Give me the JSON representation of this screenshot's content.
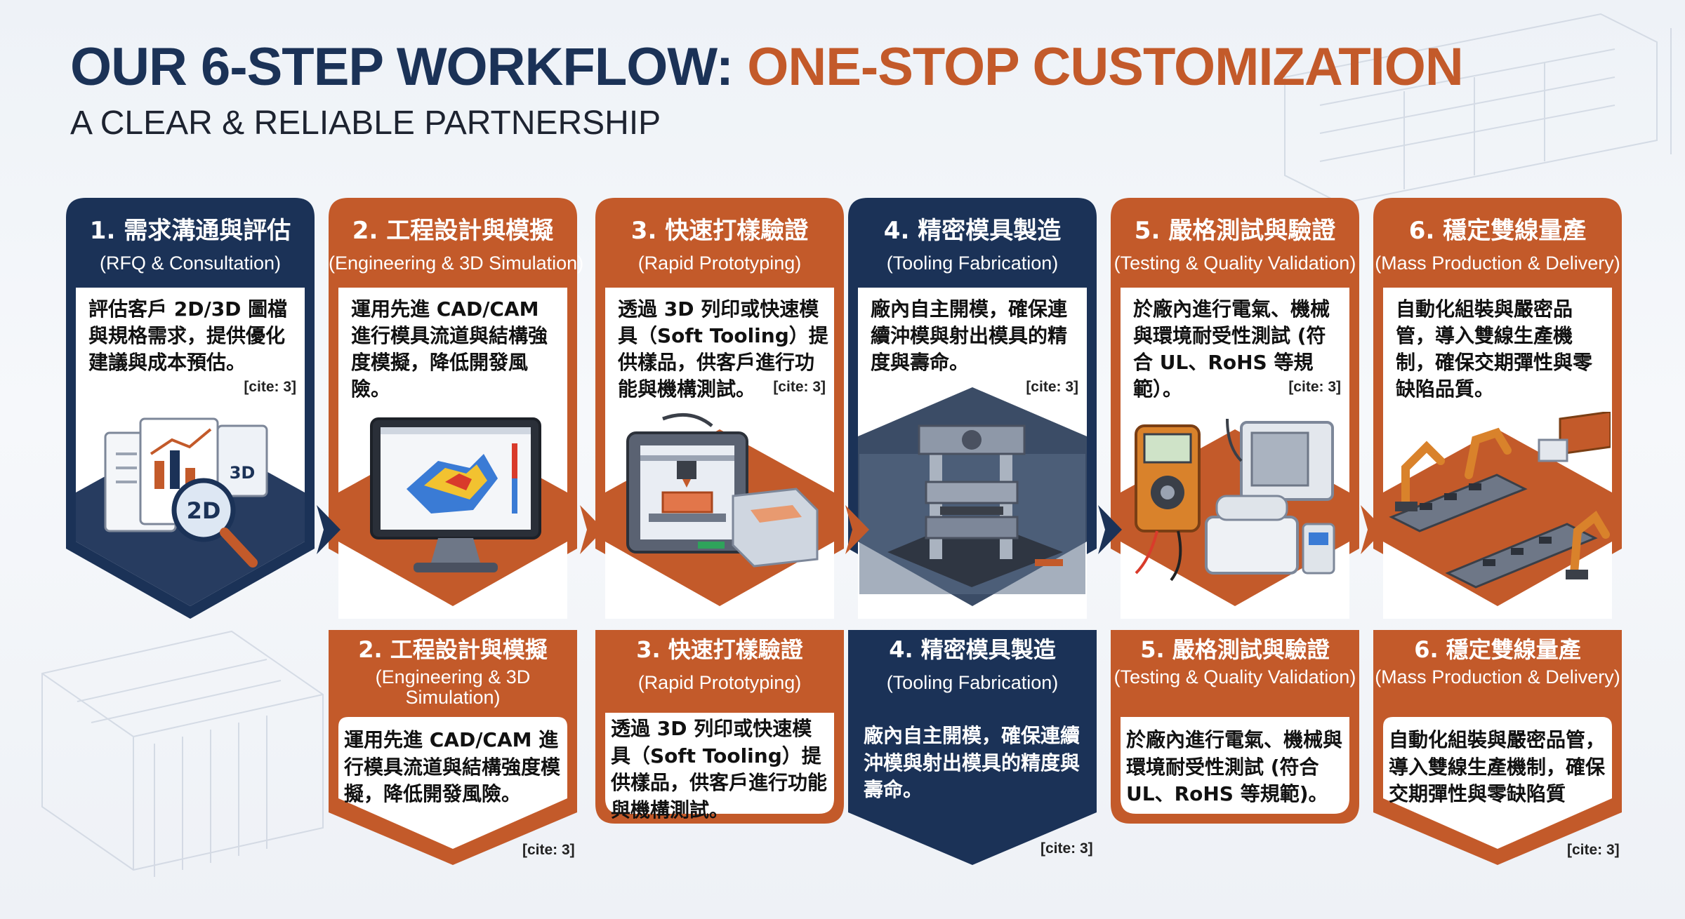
{
  "header": {
    "title_part1": "OUR 6-STEP WORKFLOW:",
    "title_part2": "ONE-STOP CUSTOMIZATION",
    "subtitle": "A CLEAR & RELIABLE PARTNERSHIP"
  },
  "colors": {
    "navy": "#1b3257",
    "orange": "#c35a2a",
    "text": "#111111",
    "background": "#eef2f7"
  },
  "steps": [
    {
      "title": "1. 需求溝通與評估",
      "subtitle": "(RFQ & Consultation)",
      "desc": "評估客戶 2D/3D 圖檔與規格需求，提供優化建議與成本預估。",
      "cite": "[cite: 3]",
      "illus_labels": [
        "3D",
        "2D"
      ],
      "icon": "documents-magnifier-icon"
    },
    {
      "title": "2. 工程設計與模擬",
      "subtitle": "(Engineering & 3D Simulation)",
      "desc": "運用先進 CAD/CAM 進行模具流道與結構強度模擬，降低開發風險。",
      "cite": "",
      "icon": "monitor-simulation-icon"
    },
    {
      "title": "3. 快速打樣驗證",
      "subtitle": "(Rapid Prototyping)",
      "desc": "透過 3D 列印或快速模具（Soft Tooling）提供樣品，供客戶進行功能與機構測試。",
      "cite": "[cite: 3]",
      "icon": "3d-printer-icon"
    },
    {
      "title": "4. 精密模具製造",
      "subtitle": "(Tooling Fabrication)",
      "desc": "廠內自主開模，確保連續沖模與射出模具的精度與壽命。",
      "cite": "[cite: 3]",
      "icon": "mold-press-icon"
    },
    {
      "title": "5. 嚴格測試與驗證",
      "subtitle": "(Testing & Quality Validation)",
      "desc": "於廠內進行電氣、機械與環境耐受性測試 (符合 UL、RoHS 等規範）。",
      "cite": "[cite: 3]",
      "icon": "test-equipment-icon"
    },
    {
      "title": "6. 穩定雙線量產",
      "subtitle": "(Mass Production & Delivery)",
      "desc": "自動化組裝與嚴密品管，導入雙線生產機制，確保交期彈性與零缺陷品質。",
      "cite": "",
      "icon": "production-line-icon"
    }
  ],
  "bottom_steps": [
    {
      "title": "2. 工程設計與模擬",
      "subtitle": "(Engineering & 3D Simulation)",
      "desc": "運用先進 CAD/CAM 進行模具流道與結構強度模擬，降低開發風險。",
      "cite": "[cite: 3]"
    },
    {
      "title": "3. 快速打樣驗證",
      "subtitle": "(Rapid Prototyping)",
      "desc": "透過 3D 列印或快速模具（Soft Tooling）提供樣品，供客戶進行功能與機構測試。",
      "cite": ""
    },
    {
      "title": "4. 精密模具製造",
      "subtitle": "(Tooling Fabrication)",
      "desc": "廠內自主開模，確保連續沖模與射出模具的精度與壽命。",
      "cite": "[cite: 3]"
    },
    {
      "title": "5. 嚴格測試與驗證",
      "subtitle": "(Testing & Quality Validation)",
      "desc": "於廠內進行電氣、機械與環境耐受性測試 (符合 UL、RoHS 等規範)。",
      "cite": ""
    },
    {
      "title": "6. 穩定雙線量產",
      "subtitle": "(Mass Production & Delivery)",
      "desc": "自動化組裝與嚴密品管，導入雙線生產機制，確保交期彈性與零缺陷質",
      "cite": "[cite: 3]"
    }
  ]
}
